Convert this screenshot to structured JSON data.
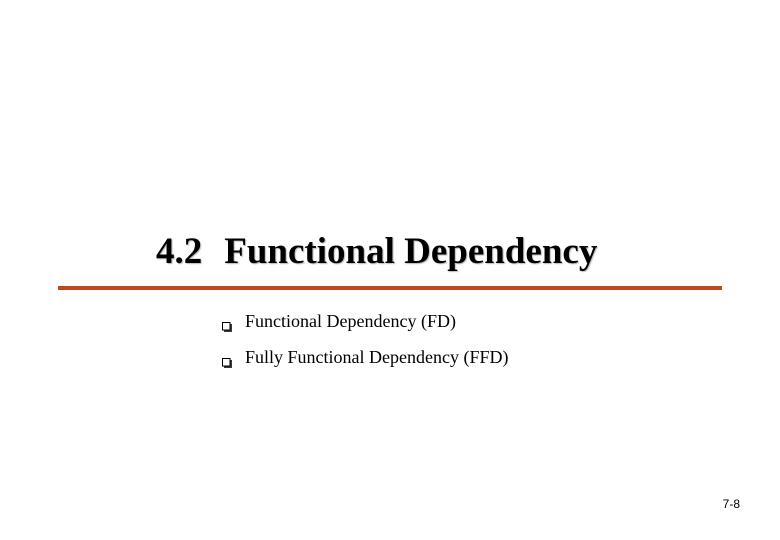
{
  "slide": {
    "section_number": "4.2",
    "title": "Functional Dependency",
    "accent_color": "#c0461e",
    "bullet_icon": "checkbox-square-icon",
    "bullets": [
      {
        "text": "Functional Dependency (FD)"
      },
      {
        "text": "Fully Functional Dependency (FFD)"
      }
    ],
    "page_number": "7-8"
  }
}
